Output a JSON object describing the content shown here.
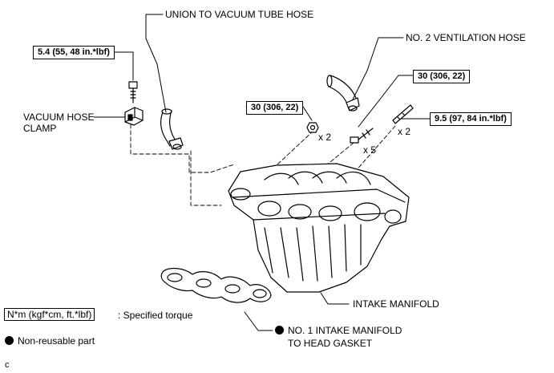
{
  "labels": {
    "union_hose": "UNION TO VACUUM TUBE HOSE",
    "vent_hose": "NO. 2 VENTILATION HOSE",
    "vacuum_clamp_line1": "VACUUM HOSE",
    "vacuum_clamp_line2": "CLAMP",
    "intake_manifold": "INTAKE MANIFOLD",
    "gasket_line1": "NO. 1 INTAKE MANIFOLD",
    "gasket_line2": "TO HEAD GASKET"
  },
  "torques": {
    "clamp_bolt": "5.4 (55, 48 in.*lbf)",
    "nut": "30 (306, 22)",
    "bolt": "30 (306, 22)",
    "stud": "9.5 (97, 84 in.*lbf)"
  },
  "quantities": {
    "nut": "x 2",
    "bolt": "x 5",
    "stud": "x 2"
  },
  "legend": {
    "torque_box": "N*m (kgf*cm, ft.*lbf)",
    "torque_text": ": Specified torque",
    "nonreusable_text": "Non-reusable part"
  },
  "corner_mark": "c"
}
